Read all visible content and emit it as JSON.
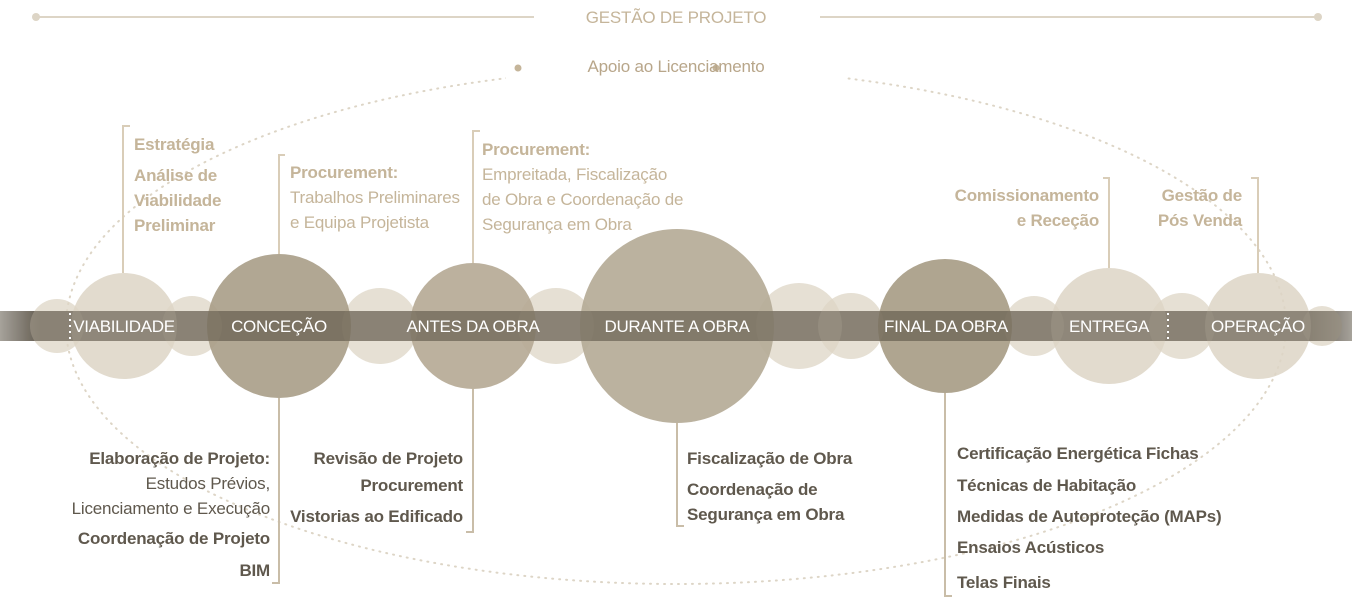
{
  "header": {
    "title": "GESTÃO DE PROJETO",
    "support": "Apoio ao Licenciamento"
  },
  "phases": [
    {
      "id": "viabilidade",
      "label": "VIABILIDADE"
    },
    {
      "id": "concecao",
      "label": "CONCEÇÃO"
    },
    {
      "id": "antes-da-obra",
      "label": "ANTES DA OBRA"
    },
    {
      "id": "durante-a-obra",
      "label": "DURANTE A OBRA"
    },
    {
      "id": "final-da-obra",
      "label": "FINAL DA OBRA"
    },
    {
      "id": "entrega",
      "label": "ENTREGA"
    },
    {
      "id": "operacao",
      "label": "OPERAÇÃO"
    }
  ],
  "top_labels": {
    "viabilidade_estrategia": "Estratégia",
    "viabilidade_analise": "Análise de\nViabilidade\nPreliminar",
    "concecao_title": "Procurement:",
    "concecao_body": "Trabalhos Preliminares\ne Equipa Projetista",
    "antes_title": "Procurement:",
    "antes_body": "Empreitada, Fiscalização\nde Obra e Coordenação de\nSegurança em Obra",
    "entrega": "Comissionamento\ne Receção",
    "operacao": "Gestão de\nPós Venda"
  },
  "bottom_labels": {
    "concecao_title": "Elaboração de Projeto:",
    "concecao_body": "Estudos Prévios,\nLicenciamento e Execução",
    "concecao_coord": "Coordenação de Projeto",
    "concecao_bim": "BIM",
    "antes_revisao": "Revisão de Projeto",
    "antes_procurement": "Procurement",
    "antes_vistorias": "Vistorias ao Edificado",
    "durante_fiscalizacao": "Fiscalização de Obra",
    "durante_coordenacao": "Coordenação de\nSegurança em Obra",
    "final_cert": "Certificação Energética Fichas",
    "final_tecnicas": "Técnicas de Habitação",
    "final_medidas": "Medidas de Autoproteção (MAPs)",
    "final_ensaios": "Ensaios Acústicos",
    "final_telas": "Telas Finais"
  },
  "colors": {
    "bar": "#5d5549",
    "circle_light": "#ddd5c6",
    "circle_mid": "#b5a994",
    "circle_big": "#b5ab97",
    "accent_light": "#c5b59a",
    "text_dark": "#5f584d",
    "dots": "#d9d1c3"
  }
}
